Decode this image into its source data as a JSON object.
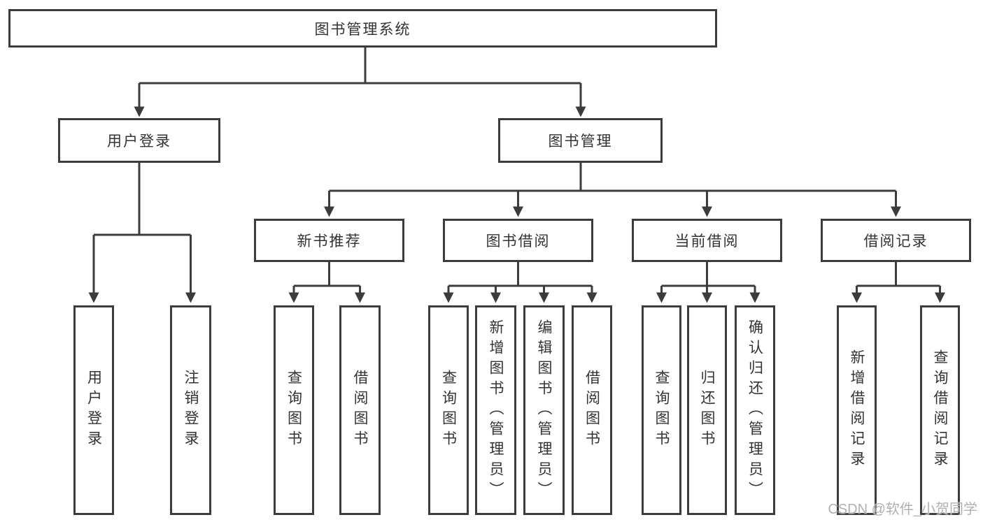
{
  "title": "图书管理系统",
  "nodes": {
    "root": "图书管理系统",
    "user_login": "用户登录",
    "book_mgmt": "图书管理",
    "new_book_rec": "新书推荐",
    "book_borrow": "图书借阅",
    "current_borrow": "当前借阅",
    "borrow_record": "借阅记录",
    "ul_user_login": "用户登录",
    "ul_logout": "注销登录",
    "nbr_query_book": "查询图书",
    "nbr_borrow_book": "借阅图书",
    "bb_query_book": "查询图书",
    "bb_add_book": "新增图书（管理员）",
    "bb_edit_book": "编辑图书（管理员）",
    "bb_borrow_book": "借阅图书",
    "cb_query_book": "查询图书",
    "cb_return_book": "归还图书",
    "cb_confirm_return": "确认归还（管理员）",
    "br_add_record": "新增借阅记录",
    "br_query_record": "查询借阅记录"
  },
  "hierarchy": {
    "图书管理系统": {
      "用户登录": [
        "用户登录",
        "注销登录"
      ],
      "图书管理": {
        "新书推荐": [
          "查询图书",
          "借阅图书"
        ],
        "图书借阅": [
          "查询图书",
          "新增图书（管理员）",
          "编辑图书（管理员）",
          "借阅图书"
        ],
        "当前借阅": [
          "查询图书",
          "归还图书",
          "确认归还（管理员）"
        ],
        "借阅记录": [
          "新增借阅记录",
          "查询借阅记录"
        ]
      }
    }
  },
  "watermark": "CSDN @软件_小贺同学",
  "colors": {
    "line": "#3c3c3c",
    "box_border": "#3c3c3c",
    "text": "#333333",
    "background": "#ffffff",
    "watermark": "#b0b0b0"
  }
}
